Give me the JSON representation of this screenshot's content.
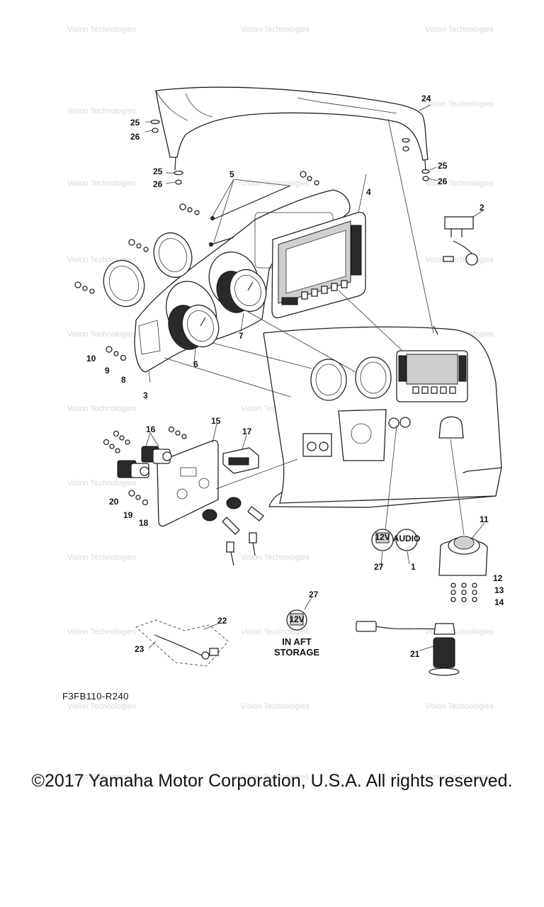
{
  "watermark": "Vision Technologies",
  "diagram_code": "F3FB110-R240",
  "aft_storage_note": [
    "IN AFT",
    "STORAGE"
  ],
  "socket_text": "12V",
  "audio_button_text": "AUDIO",
  "copyright": "©2017 Yamaha Motor Corporation, U.S.A. All rights reserved.",
  "part_callouts": [
    "1",
    "2",
    "3",
    "4",
    "5",
    "6",
    "7",
    "8",
    "9",
    "10",
    "11",
    "12",
    "13",
    "14",
    "15",
    "16",
    "17",
    "18",
    "19",
    "20",
    "21",
    "22",
    "23",
    "24",
    "25",
    "25",
    "26",
    "26",
    "27",
    "27"
  ]
}
